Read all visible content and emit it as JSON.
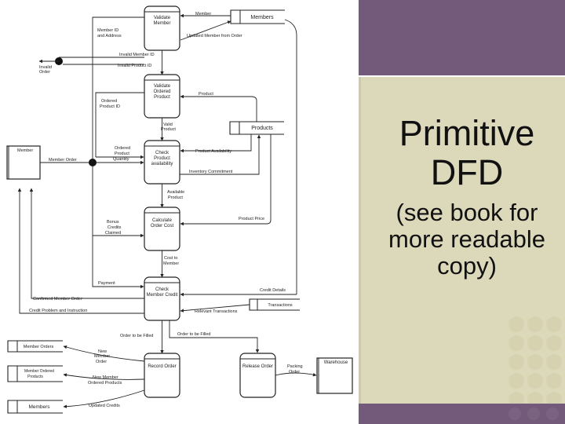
{
  "slide": {
    "title_lines": [
      "Primitive",
      "DFD"
    ],
    "subtitle_lines": [
      "(see book for",
      "more readable",
      "copy)"
    ]
  },
  "diagram": {
    "processes": [
      {
        "id": "validate_member",
        "lines": [
          "Validate",
          "Member"
        ]
      },
      {
        "id": "validate_product",
        "lines": [
          "Validate",
          "Ordered",
          "Product"
        ]
      },
      {
        "id": "check_product",
        "lines": [
          "Check",
          "Product",
          "availability"
        ]
      },
      {
        "id": "calc_order",
        "lines": [
          "Calculate",
          "Order Cost"
        ]
      },
      {
        "id": "check_credit",
        "lines": [
          "Check",
          "Member Credit"
        ]
      },
      {
        "id": "record_order",
        "lines": [
          "Record Order"
        ]
      },
      {
        "id": "release_order",
        "lines": [
          "Release Order"
        ]
      }
    ],
    "datastores": [
      {
        "id": "members_top",
        "label": "Members"
      },
      {
        "id": "products",
        "label": "Products"
      },
      {
        "id": "transactions",
        "label": "Transactions"
      },
      {
        "id": "member_orders",
        "label": "Member Orders"
      },
      {
        "id": "member_ordered_products",
        "lines": [
          "Member Ordered",
          "Products"
        ]
      },
      {
        "id": "members_bottom",
        "label": "Members"
      }
    ],
    "entities": [
      {
        "id": "member",
        "label": "Member"
      },
      {
        "id": "warehouse",
        "label": "Warehouse"
      }
    ],
    "flow_labels": {
      "member": "Member",
      "updated_member": "Updated Member from Order",
      "member_id_address": [
        "Member ID",
        "and Address"
      ],
      "invalid_member_id": "Invalid Member ID",
      "invalid_product_id": "Invalid Product ID",
      "invalid_order": [
        "Invalid",
        "Order"
      ],
      "product": "Product",
      "ordered_product_id": [
        "Ordered",
        "Product ID"
      ],
      "valid_product": [
        "Valid",
        "Product"
      ],
      "ordered_product_quantity": [
        "Ordered",
        "Product",
        "Quantity"
      ],
      "member_order": "Member Order",
      "product_availability": "Product Availability",
      "inventory_commitment": "Inventory Commitment",
      "available_product": [
        "Available",
        "Product"
      ],
      "product_price": "Product Price",
      "bonus_credits": [
        "Bonus",
        "Credits",
        "Claimed"
      ],
      "cost_to_member": [
        "Cost to",
        "Member"
      ],
      "payment": "Payment",
      "credit_details": "Credit Details",
      "confirmed_order": "Confirmed Member Order",
      "relevant_transactions": "Relevant Transactions",
      "credit_problem": "Credit Problem and Instruction",
      "order_to_be_filled_1": "Order to be Filled",
      "order_to_be_filled_2": "Order to be Filled",
      "new_member_order": [
        "New",
        "Member",
        "Order"
      ],
      "new_member_ordered_products": [
        "New Member",
        "Ordered Products"
      ],
      "updated_credits": "Updated Credits",
      "packing_order": [
        "Packing",
        "Order"
      ]
    }
  }
}
